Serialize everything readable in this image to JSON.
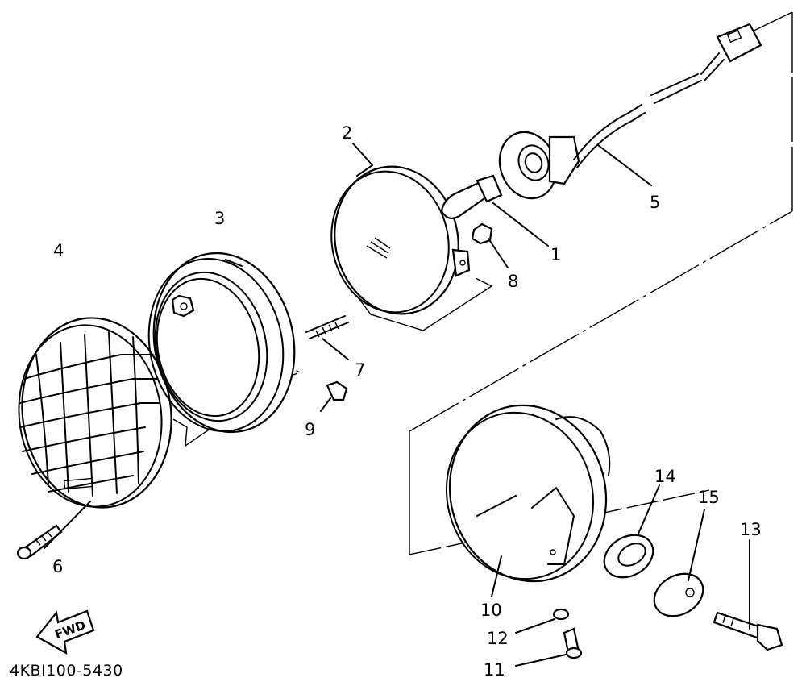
{
  "diagram_code": "4KBI100-5430",
  "fwd_label": "FWD",
  "callouts": [
    {
      "id": "p1",
      "label": "1"
    },
    {
      "id": "p2",
      "label": "2"
    },
    {
      "id": "p3",
      "label": "3"
    },
    {
      "id": "p4",
      "label": "4"
    },
    {
      "id": "p5",
      "label": "5"
    },
    {
      "id": "p6",
      "label": "6"
    },
    {
      "id": "p7",
      "label": "7"
    },
    {
      "id": "p8",
      "label": "8"
    },
    {
      "id": "p9",
      "label": "9"
    },
    {
      "id": "p10",
      "label": "10"
    },
    {
      "id": "p11",
      "label": "11"
    },
    {
      "id": "p12",
      "label": "12"
    },
    {
      "id": "p13",
      "label": "13"
    },
    {
      "id": "p14",
      "label": "14"
    },
    {
      "id": "p15",
      "label": "15"
    }
  ]
}
